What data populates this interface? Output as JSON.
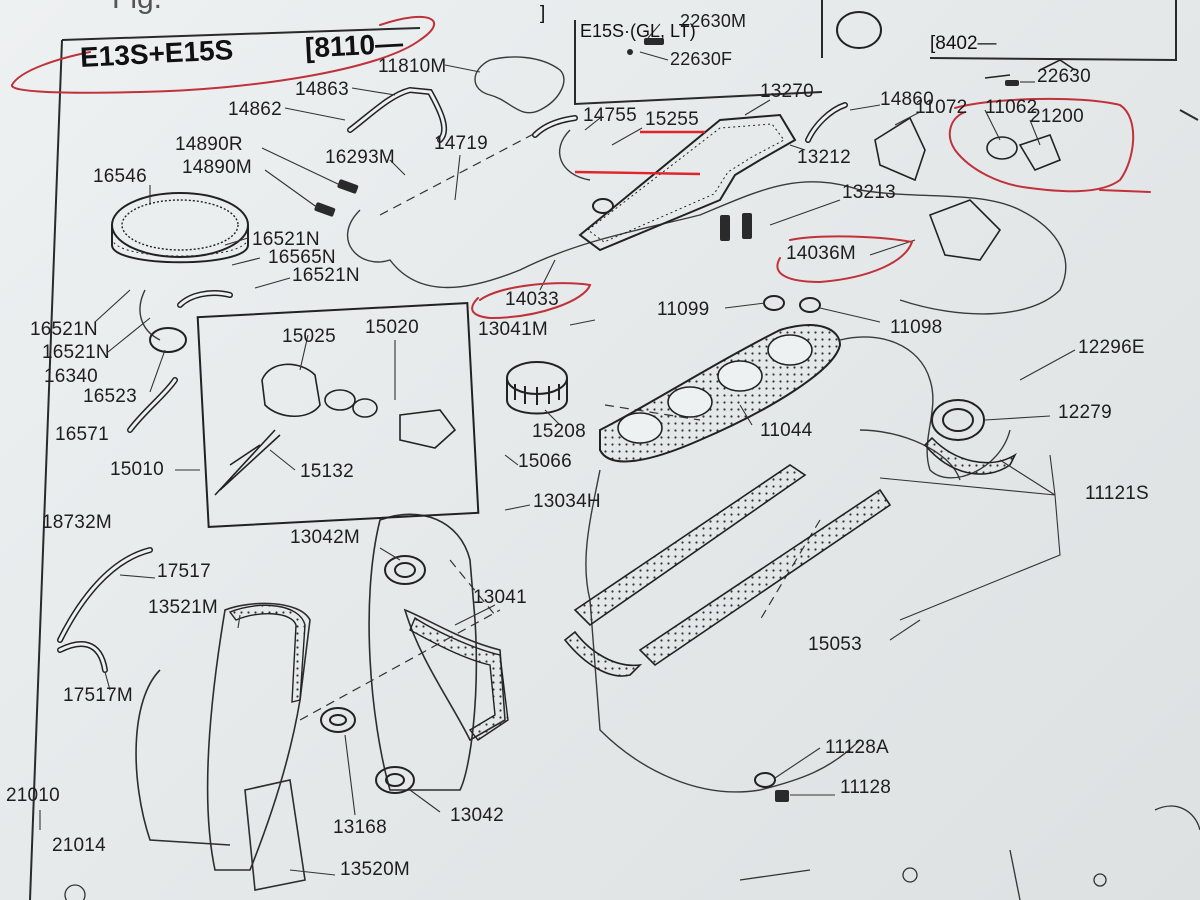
{
  "header": {
    "model_group": "E13S+E15S",
    "date_range": "[8110—",
    "variant": "E15S·(GL, LT)",
    "bracket_right": "[8402—",
    "bracket_top": "]",
    "page_title_fragment": "Fig."
  },
  "annotations": {
    "ink_color": "#c0323a",
    "highlight_color": "#e0242a"
  },
  "callouts": [
    {
      "id": "11810M",
      "text": "11810M"
    },
    {
      "id": "14863",
      "text": "14863"
    },
    {
      "id": "14862",
      "text": "14862"
    },
    {
      "id": "14890R",
      "text": "14890R"
    },
    {
      "id": "14890M",
      "text": "14890M"
    },
    {
      "id": "16293M",
      "text": "16293M"
    },
    {
      "id": "14719",
      "text": "14719"
    },
    {
      "id": "14755",
      "text": "14755"
    },
    {
      "id": "15255",
      "text": "15255"
    },
    {
      "id": "22630M",
      "text": "22630M"
    },
    {
      "id": "22630F",
      "text": "22630F"
    },
    {
      "id": "13270",
      "text": "13270"
    },
    {
      "id": "14860",
      "text": "14860"
    },
    {
      "id": "11072",
      "text": "11072"
    },
    {
      "id": "11062",
      "text": "11062"
    },
    {
      "id": "21200",
      "text": "21200"
    },
    {
      "id": "22630",
      "text": "22630"
    },
    {
      "id": "13212",
      "text": "13212"
    },
    {
      "id": "13213",
      "text": "13213"
    },
    {
      "id": "16546",
      "text": "16546"
    },
    {
      "id": "16521N_a",
      "text": "16521N"
    },
    {
      "id": "16565N",
      "text": "16565N"
    },
    {
      "id": "16521N_b",
      "text": "16521N"
    },
    {
      "id": "14036M",
      "text": "14036M"
    },
    {
      "id": "14033",
      "text": "14033"
    },
    {
      "id": "13041M",
      "text": "13041M"
    },
    {
      "id": "11099",
      "text": "11099"
    },
    {
      "id": "11098",
      "text": "11098"
    },
    {
      "id": "16521N_c",
      "text": "16521N"
    },
    {
      "id": "16521N_d",
      "text": "16521N"
    },
    {
      "id": "16340",
      "text": "16340"
    },
    {
      "id": "16523",
      "text": "16523"
    },
    {
      "id": "16571",
      "text": "16571"
    },
    {
      "id": "15025",
      "text": "15025"
    },
    {
      "id": "15020",
      "text": "15020"
    },
    {
      "id": "15010",
      "text": "15010"
    },
    {
      "id": "15132",
      "text": "15132"
    },
    {
      "id": "15208",
      "text": "15208"
    },
    {
      "id": "15066",
      "text": "15066"
    },
    {
      "id": "11044",
      "text": "11044"
    },
    {
      "id": "12296E",
      "text": "12296E"
    },
    {
      "id": "12279",
      "text": "12279"
    },
    {
      "id": "11121S",
      "text": "11121S"
    },
    {
      "id": "13034H",
      "text": "13034H"
    },
    {
      "id": "18732M",
      "text": "18732M"
    },
    {
      "id": "17517",
      "text": "17517"
    },
    {
      "id": "13042M",
      "text": "13042M"
    },
    {
      "id": "13521M",
      "text": "13521M"
    },
    {
      "id": "13041",
      "text": "13041"
    },
    {
      "id": "17517M",
      "text": "17517M"
    },
    {
      "id": "15053",
      "text": "15053"
    },
    {
      "id": "11128A",
      "text": "11128A"
    },
    {
      "id": "11128",
      "text": "11128"
    },
    {
      "id": "21010",
      "text": "21010"
    },
    {
      "id": "21014",
      "text": "21014"
    },
    {
      "id": "13168",
      "text": "13168"
    },
    {
      "id": "13042",
      "text": "13042"
    },
    {
      "id": "13520M",
      "text": "13520M"
    }
  ]
}
